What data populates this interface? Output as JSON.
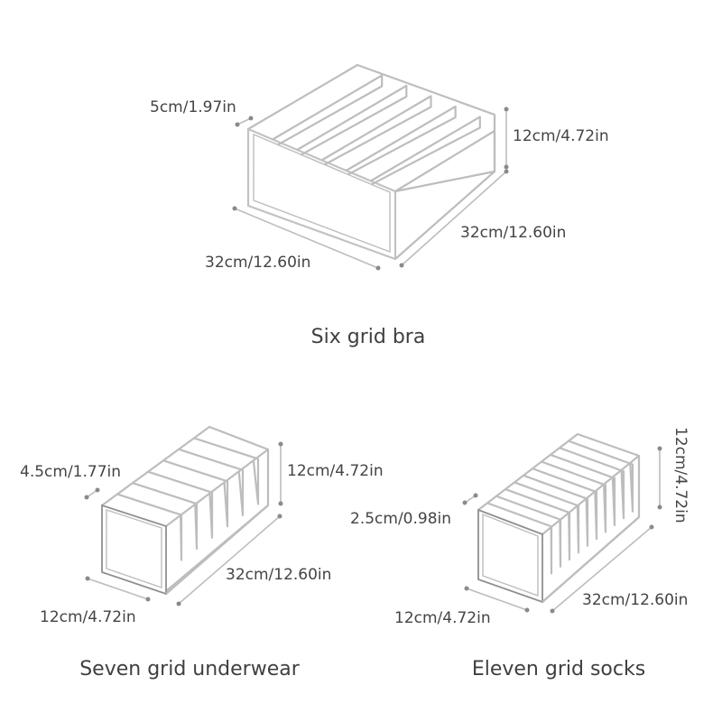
{
  "products": [
    {
      "name": "Six grid bra",
      "grid_count": 6,
      "dimensions": {
        "compartment": "5cm/1.97in",
        "height": "12cm/4.72in",
        "depth": "32cm/12.60in",
        "width": "32cm/12.60in"
      }
    },
    {
      "name": "Seven grid underwear",
      "grid_count": 7,
      "dimensions": {
        "compartment": "4.5cm/1.77in",
        "height": "12cm/4.72in",
        "depth": "32cm/12.60in",
        "width": "12cm/4.72in"
      }
    },
    {
      "name": "Eleven grid socks",
      "grid_count": 11,
      "dimensions": {
        "compartment": "2.5cm/0.98in",
        "height": "12cm/4.72in",
        "depth": "32cm/12.60in",
        "width": "12cm/4.72in"
      }
    }
  ]
}
